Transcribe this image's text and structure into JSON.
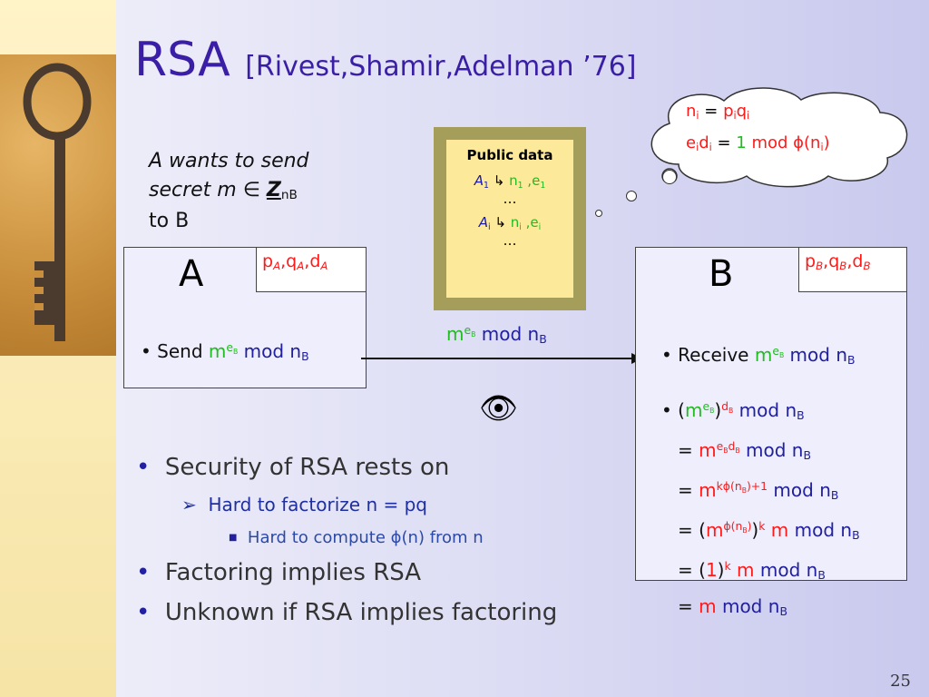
{
  "title": {
    "main": "RSA",
    "attribution": "[Rivest,Shamir,Adelman ’76]"
  },
  "intro": {
    "line1": "A wants to send",
    "line2_prefix": "secret m ",
    "element_of": "∈",
    "set_symbol": "Z",
    "set_sub": "nB",
    "line3": "to B"
  },
  "cloud": {
    "n_i": "n",
    "i": "i",
    "eq": " = ",
    "p": "p",
    "q": "q",
    "e": "e",
    "d": "d",
    "one": "1",
    "mod_phi": " mod ",
    "phi": "ϕ",
    "n": "n"
  },
  "public_data": {
    "title": "Public data",
    "a": "A",
    "one": "1",
    "i": "i",
    "arrow": "↳",
    "n": "n",
    "e": "e",
    "sep": " ,",
    "ellipsis": "…"
  },
  "party_a": {
    "name": "A",
    "key_p": "p",
    "key_q": "q",
    "key_d": "d",
    "key_sub": "A",
    "comma": ",",
    "send_label": "Send ",
    "m": "m",
    "e_b": "e",
    "b": "B",
    "mod": " mod ",
    "n": "n"
  },
  "transfer": {
    "m": "m",
    "e": "e",
    "b": "B",
    "mod": " mod ",
    "n": "n"
  },
  "eye_symbol": "👁",
  "party_b": {
    "name": "B",
    "key_p": "p",
    "key_q": "q",
    "key_d": "d",
    "key_sub": "B",
    "comma": ",",
    "receive_label": "Receive ",
    "m": "m",
    "e": "e",
    "d": "d",
    "b": "B",
    "mod": " mod ",
    "n": "n",
    "eq": "= ",
    "k": "k",
    "phi": "ϕ",
    "plus_one": "+1",
    "one": "1"
  },
  "bullets": {
    "b1": "Security of RSA rests on",
    "b1_sub": "Hard to factorize n = pq",
    "b1_subsub_prefix": "Hard to compute ",
    "phi": "ϕ",
    "b1_subsub_suffix": "(n) from n",
    "b2": "Factoring implies RSA",
    "b3": "Unknown if RSA implies factoring"
  },
  "page_number": "25",
  "colors": {
    "accent_red": "#ff1a1a",
    "accent_green": "#22bb22",
    "title": "#3a1fa6"
  }
}
